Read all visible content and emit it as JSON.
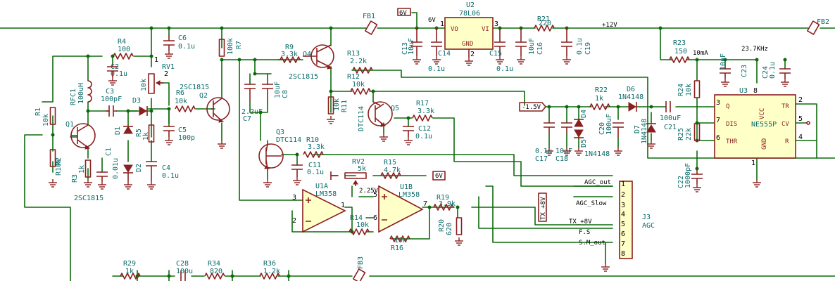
{
  "nets": {
    "plus12v": "+12V",
    "six_v": "6V",
    "minus15v": "-1.5V",
    "ma10": "10mA",
    "khz": "23.7KHz",
    "v225": "2.25V",
    "txplus8v": "TX_+8V",
    "agc_out": "AGC_out",
    "agc_slow": "AGC_Slow",
    "tx8v": "TX_+8V",
    "fs": "F.S",
    "smout": "S.M_out",
    "pwr6v_a": "6V",
    "pwr6v_b": "6V"
  },
  "parts": {
    "fb1": "FB1",
    "fb2": "FB2",
    "fb3": "FB3",
    "u2": "U2",
    "u2v": "78L06",
    "r21": "R21",
    "r21v": "220",
    "c13": "C13",
    "c13v": "10uF",
    "c14": "C14",
    "c14v": "0.1u",
    "c15": "C15",
    "c15v": "0.1u",
    "c16": "C16",
    "c16v": "10uF",
    "c19": "C19",
    "c19v": "0.1u",
    "c6": "C6",
    "c6v": "0.1u",
    "r4": "R4",
    "r4v": "100",
    "c2": "C2",
    "c2v": "0.1u",
    "r7": "R7",
    "r7v": "100k",
    "r9": "R9",
    "r9v": "3.3k",
    "q4": "Q4",
    "q4v": "2SC1815",
    "r13": "R13",
    "r13v": "2.2k",
    "r12": "R12",
    "r12v": "10k",
    "rv1": "RV1",
    "rv1v": "10k",
    "rfc1": "RFC1",
    "rfc1v": "100uH",
    "c3": "C3",
    "c3v": "100pF",
    "d3": "D3",
    "r6": "R6",
    "r6v": "10k",
    "q2": "Q2",
    "q2v": "2SC1815",
    "c7": "C7",
    "c7v": "2.2uF",
    "c8": "C8",
    "c8v": "10uF",
    "r11": "R11",
    "r11v": "10k",
    "q5": "Q5",
    "q5v": "DTC114",
    "r17": "R17",
    "r17v": "3.3k",
    "c12": "C12",
    "c12v": "0.1u",
    "r22": "R22",
    "r22v": "1k",
    "d6": "D6",
    "d6v": "1N4148",
    "c20": "C20",
    "c20v": "100uF",
    "d4": "D4",
    "d5": "D5",
    "d5v": "1N4148",
    "c17": "C17",
    "c17v": "0.1u",
    "c18": "C18",
    "c18v": "10uF",
    "d7": "D7",
    "d7v": "1N4148",
    "c21": "C21",
    "c21v": "100uF",
    "r23": "R23",
    "r23v": "150",
    "c23": "C23",
    "c23v": "10uF",
    "c24": "C24",
    "c24v": "0.1u",
    "r24": "R24",
    "r24v": "10k",
    "r25": "R25",
    "r25v": "22k",
    "c22": "C22",
    "c22v": "1000pF",
    "u3": "U3",
    "u3v": "NE555P",
    "r1": "R1",
    "r1v": "10k",
    "q1": "Q1",
    "r2": "R2",
    "r2v": "R10k",
    "r3": "R3",
    "r3v": "1k",
    "c1": "C1",
    "c1v": "0.01u",
    "q1v": "2SC1815",
    "d1": "D1",
    "d2": "D2",
    "r5": "R5",
    "r5v": "1k",
    "c4": "C4",
    "c4v": "0.1u",
    "c5": "C5",
    "c5v": "100p",
    "q3": "Q3",
    "q3v": "DTC114",
    "r10": "R10",
    "r10v": "3.3k",
    "c11": "C11",
    "c11v": "0.1u",
    "rv2": "RV2",
    "rv2v": "5k",
    "r15": "R15",
    "r15v": "4.7k",
    "u1a": "U1A",
    "u1av": "LM358",
    "u1b": "U1B",
    "u1bv": "LM358",
    "r14": "R14",
    "r14v": "10k",
    "r16": "R16",
    "r16v": "10k",
    "r19": "R19",
    "r19v": "3.9k",
    "r20": "R20",
    "r20v": "620",
    "j3": "J3",
    "j3v": "AGC",
    "r29": "R29",
    "r29v": "1k",
    "c28": "C28",
    "c28v": "100u",
    "r34": "R34",
    "r34v": "820",
    "r36": "R36",
    "r36v": "1.2k"
  },
  "pins": {
    "vo": "VO",
    "vi": "VI",
    "gnd": "GND",
    "q": "Q",
    "dis": "DIS",
    "thr": "THR",
    "vcc": "VCC",
    "tr": "TR",
    "cv": "CV",
    "r": "R",
    "n1": "1",
    "n2": "2",
    "n3": "3",
    "n4": "4",
    "n5": "5",
    "n6": "6",
    "n7": "7",
    "n8": "8"
  }
}
